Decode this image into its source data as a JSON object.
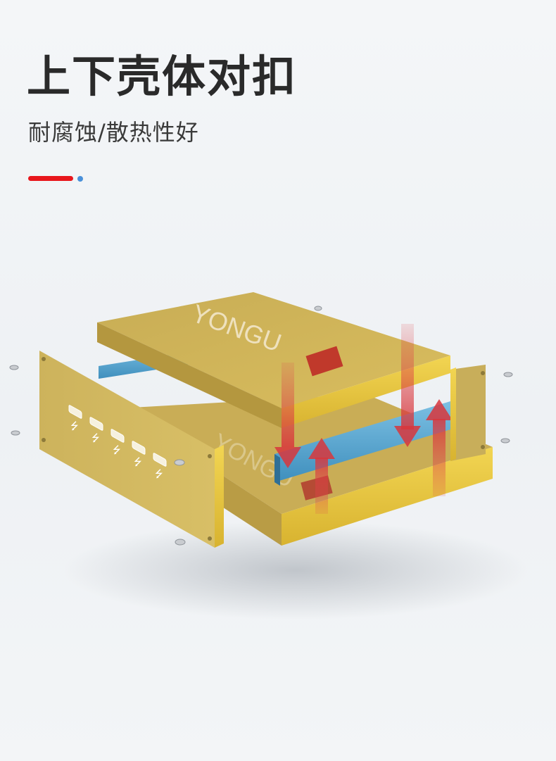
{
  "header": {
    "title": "上下壳体对扣",
    "subtitle": "耐腐蚀/散热性好"
  },
  "colors": {
    "title": "#2a2a2a",
    "accent_red": "#e8161c",
    "accent_blue": "#4a90d9",
    "enclosure_gold": "#d2b650",
    "enclosure_edge": "#efcf42",
    "inner_rail": "#5ea7cf",
    "heat_arrow": "#d9454a"
  },
  "product": {
    "brand_logo": "YONGU",
    "port_icons": [
      "hdmi-port-icon",
      "usb-icon"
    ],
    "port_count": 5
  }
}
